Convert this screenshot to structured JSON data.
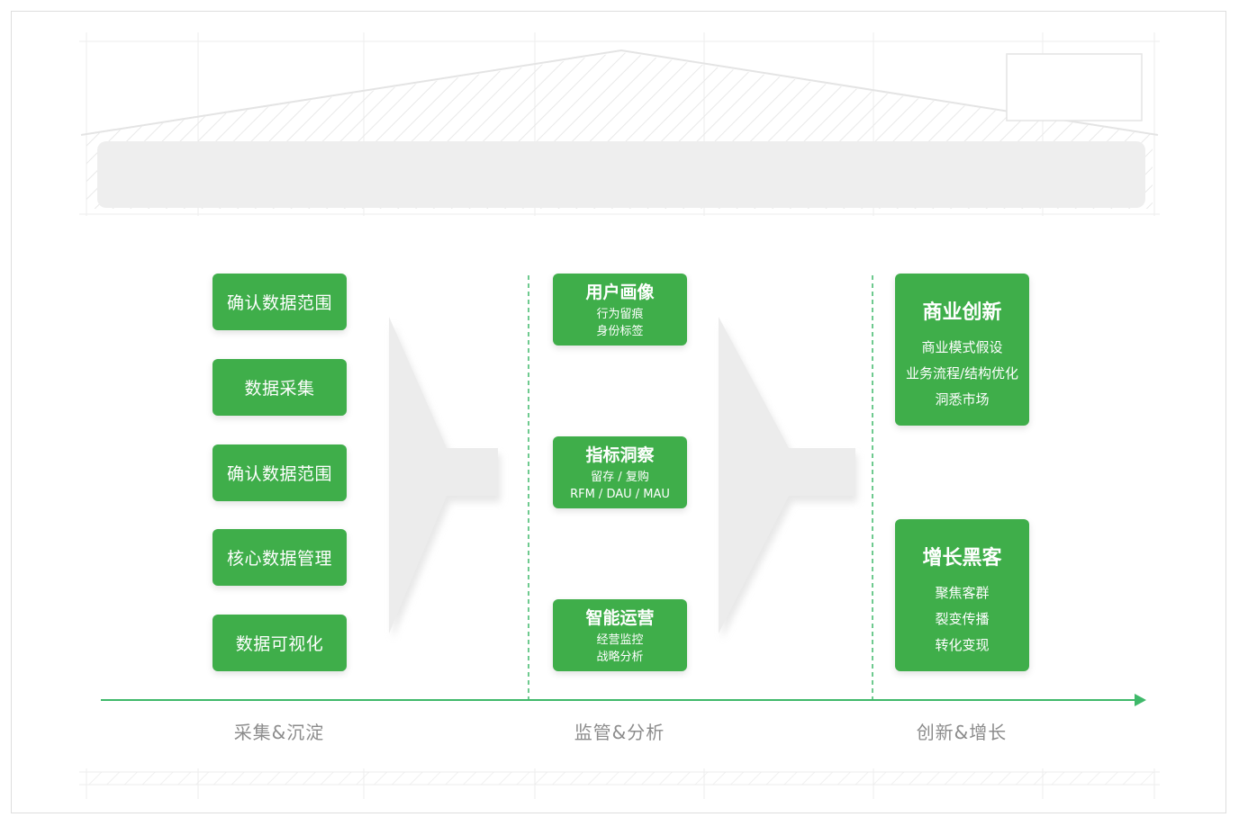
{
  "colors": {
    "box_green": "#3fae4a",
    "axis_green": "#3fb96a",
    "label_gray": "#8c8c8c",
    "chevron_gray": "#ececec"
  },
  "stage1": {
    "items": [
      "确认数据范围",
      "数据采集",
      "确认数据范围",
      "核心数据管理",
      "数据可视化"
    ],
    "label": "采集&沉淀"
  },
  "stage2": {
    "cards": [
      {
        "title": "用户画像",
        "lines": [
          "行为留痕",
          "身份标签"
        ]
      },
      {
        "title": "指标洞察",
        "lines": [
          "留存 / 复购",
          "RFM / DAU / MAU"
        ]
      },
      {
        "title": "智能运营",
        "lines": [
          "经营监控",
          "战略分析"
        ]
      }
    ],
    "label": "监管&分析"
  },
  "stage3": {
    "cards": [
      {
        "title": "商业创新",
        "lines": [
          "商业模式假设",
          "业务流程/结构优化",
          "洞悉市场"
        ]
      },
      {
        "title": "增长黑客",
        "lines": [
          "聚焦客群",
          "裂变传播",
          "转化变现"
        ]
      }
    ],
    "label": "创新&增长"
  }
}
